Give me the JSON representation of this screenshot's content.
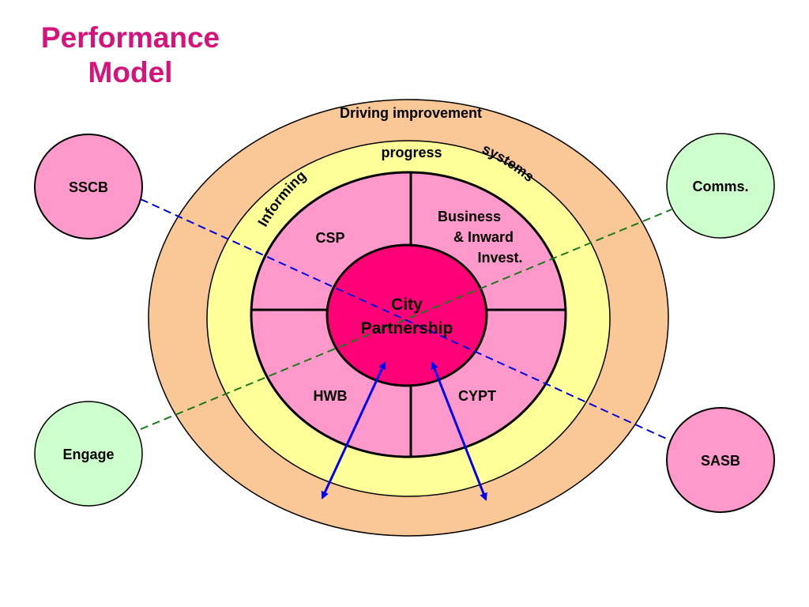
{
  "title": {
    "line1": "Performance",
    "line2": "Model"
  },
  "rings": {
    "outer": "Driving improvement",
    "middle_left": "Informing",
    "middle_top": "progress",
    "middle_right": "systems"
  },
  "quadrants": {
    "top_left": "CSP",
    "top_right": {
      "line1": "Business",
      "line2": "& Inward",
      "line3": "Invest."
    },
    "bottom_left": "HWB",
    "bottom_right": "CYPT"
  },
  "center": {
    "line1": "City",
    "line2": "Partnership"
  },
  "satellites": {
    "top_left": "SSCB",
    "top_right": "Comms.",
    "bottom_left": "Engage",
    "bottom_right": "SASB"
  },
  "colors": {
    "title": "#d6137a",
    "outer_ring": "#fac896",
    "middle_ring": "#ffff99",
    "quadrants": "#ff99cc",
    "center": "#ff0077",
    "satellite_pink": "#ff99cc",
    "satellite_green": "#ccffcc",
    "line_blue": "#0000dd",
    "line_green": "#1a7a1a",
    "arrow": "#0000ee"
  }
}
